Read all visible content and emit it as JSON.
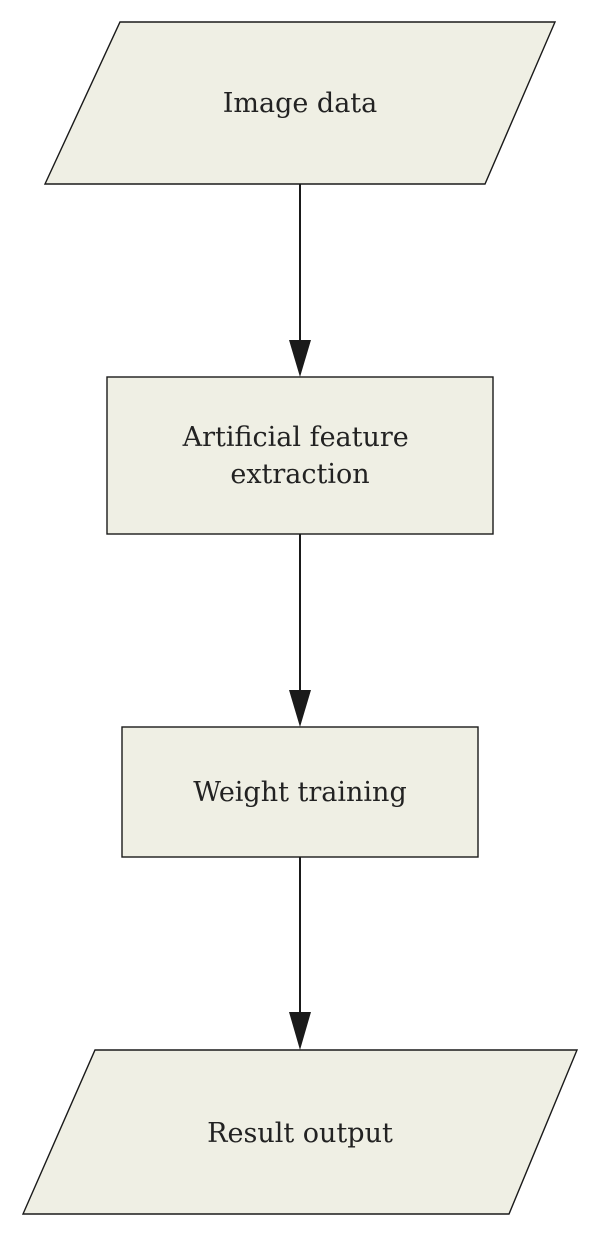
{
  "diagram": {
    "nodes": [
      {
        "id": "image-data",
        "shape": "parallelogram",
        "lines": [
          "Image data"
        ]
      },
      {
        "id": "artificial-feature-extraction",
        "shape": "rectangle",
        "lines": [
          "Artificial feature",
          "extraction"
        ]
      },
      {
        "id": "weight-training",
        "shape": "rectangle",
        "lines": [
          "Weight training"
        ]
      },
      {
        "id": "result-output",
        "shape": "parallelogram",
        "lines": [
          "Result output"
        ]
      }
    ],
    "edges": [
      {
        "from": "image-data",
        "to": "artificial-feature-extraction"
      },
      {
        "from": "artificial-feature-extraction",
        "to": "weight-training"
      },
      {
        "from": "weight-training",
        "to": "result-output"
      }
    ],
    "colors": {
      "node_fill": "#efefe4",
      "stroke": "#1a1a1a",
      "text": "#222222"
    }
  }
}
